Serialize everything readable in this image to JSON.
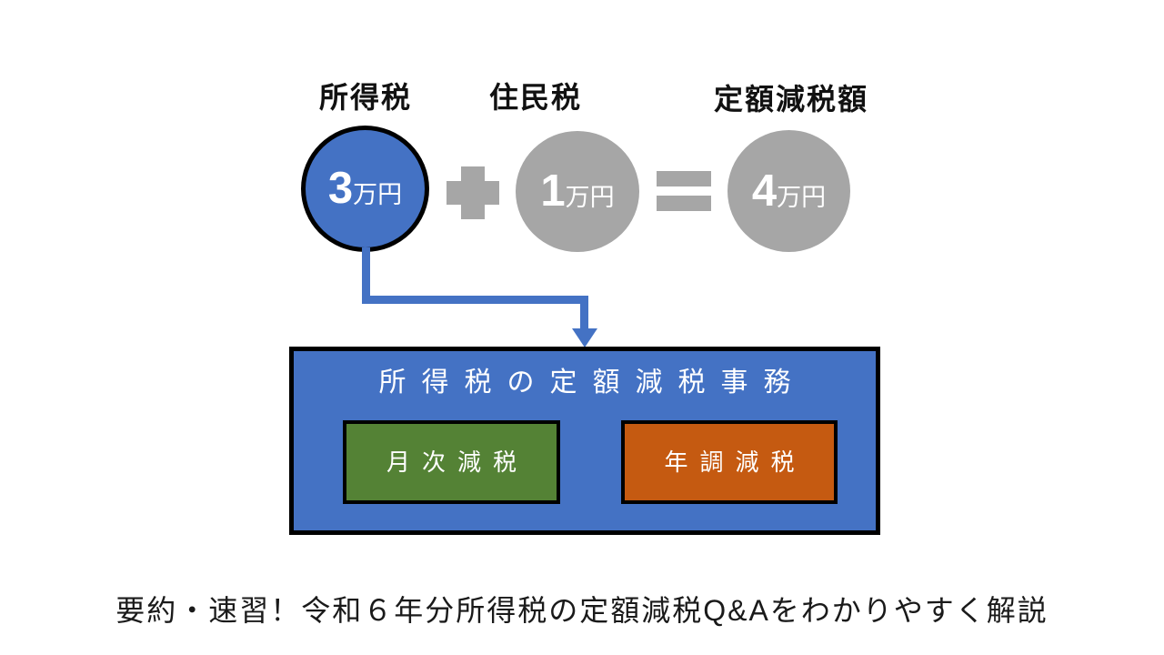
{
  "page": {
    "background_color": "#FFFFFF",
    "caption": "要約・速習！令和６年分所得税の定額減税Q&Aをわかりやすく解説"
  },
  "equation": {
    "items": [
      {
        "label": "所得税",
        "amount": "3",
        "unit": "万円",
        "fill_color": "#4472C4",
        "text_color": "#FFFFFF",
        "outlined": true
      },
      {
        "label": "住民税",
        "amount": "1",
        "unit": "万円",
        "fill_color": "#A6A6A6",
        "text_color": "#FFFFFF",
        "outlined": false
      },
      {
        "label": "定額減税額",
        "amount": "4",
        "unit": "万円",
        "fill_color": "#A6A6A6",
        "text_color": "#FFFFFF",
        "outlined": false
      }
    ],
    "operators": [
      {
        "icon": "plus-icon",
        "symbol": "+",
        "color": "#A6A6A6"
      },
      {
        "icon": "equals-icon",
        "symbol": "=",
        "color": "#A6A6A6"
      }
    ]
  },
  "connector": {
    "color": "#4472C4"
  },
  "process_box": {
    "title": "所得税の定額減税事務",
    "fill_color": "#4472C4",
    "border_color": "#000000",
    "title_color": "#FFFFFF",
    "sub_boxes": [
      {
        "label": "月次減税",
        "fill_color": "#548235",
        "text_color": "#FFFFFF"
      },
      {
        "label": "年調減税",
        "fill_color": "#C55A11",
        "text_color": "#FFFFFF"
      }
    ]
  }
}
